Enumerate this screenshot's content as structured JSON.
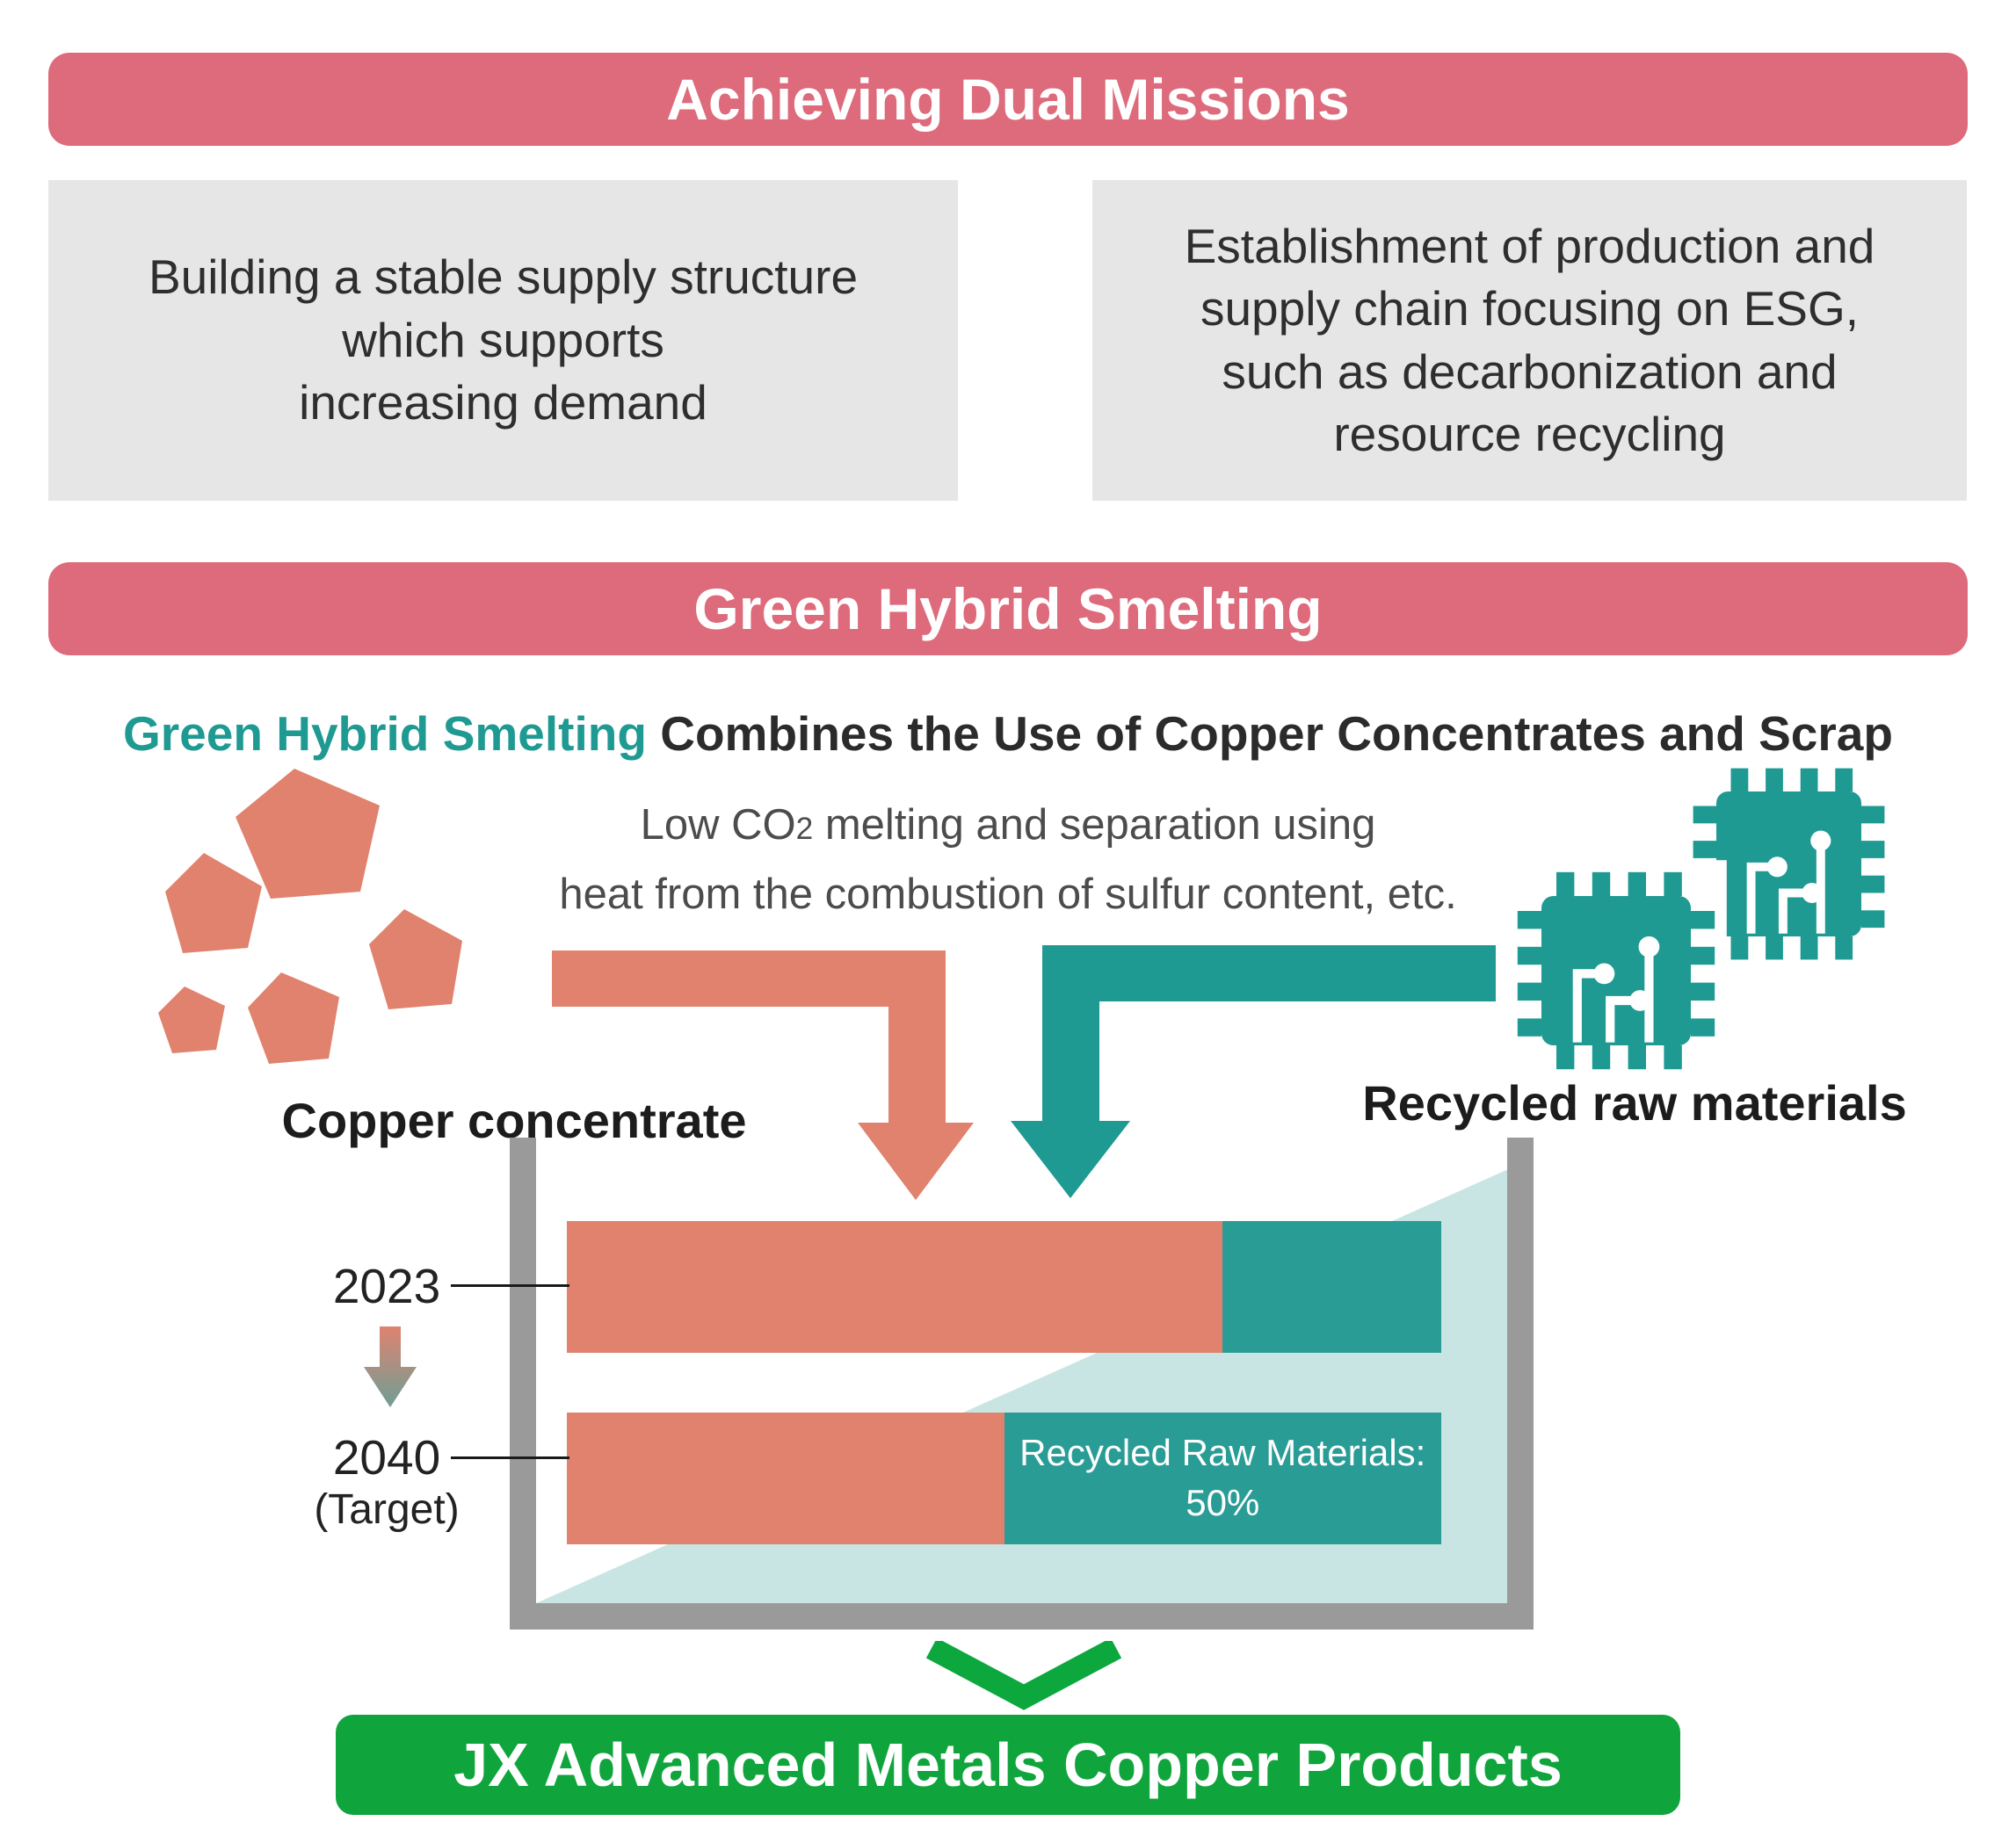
{
  "colors": {
    "banner_pink": "#dd6b7b",
    "box_gray": "#e7e6e6",
    "salmon": "#e0826d",
    "teal": "#1f9a92",
    "bar_teal": "#2a9c96",
    "vessel_gray": "#9a9a9a",
    "green": "#10a43c",
    "text_dark": "#2e2e2e"
  },
  "dual_missions": {
    "banner": "Achieving Dual Missions",
    "left_box_lines": [
      "Building a stable supply structure",
      "which supports",
      "increasing demand"
    ],
    "right_box_lines": [
      "Establishment of production and",
      "supply chain focusing on ESG,",
      "such as decarbonization and",
      "resource recycling"
    ]
  },
  "smelting": {
    "banner": "Green Hybrid Smelting",
    "headline": {
      "highlight": "Green Hybrid Smelting",
      "rest": " Combines the Use of Copper Concentrates and Scrap"
    },
    "description": {
      "line1_pre": "Low CO",
      "line1_sub": "2",
      "line1_post": " melting and separation using",
      "line2": "heat from the combustion of sulfur content, etc."
    },
    "copper_label": "Copper concentrate",
    "recycled_label": "Recycled raw materials",
    "years": {
      "start": "2023",
      "target": "2040",
      "target_note": "(Target)"
    },
    "callout_lines": [
      "Recycled Raw Materials:",
      "50%"
    ]
  },
  "footer_banner": "JX Advanced Metals Copper Products",
  "chart_data": {
    "type": "bar",
    "orientation": "horizontal",
    "stacked": true,
    "categories": [
      "2023",
      "2040 (Target)"
    ],
    "series": [
      {
        "name": "Copper concentrate",
        "values": [
          75,
          50
        ],
        "color": "#e0826d"
      },
      {
        "name": "Recycled raw materials",
        "values": [
          25,
          50
        ],
        "color": "#2a9c96"
      }
    ],
    "unit": "%",
    "annotation": "Recycled Raw Materials: 50%",
    "legend_position": "none",
    "grid": false
  }
}
